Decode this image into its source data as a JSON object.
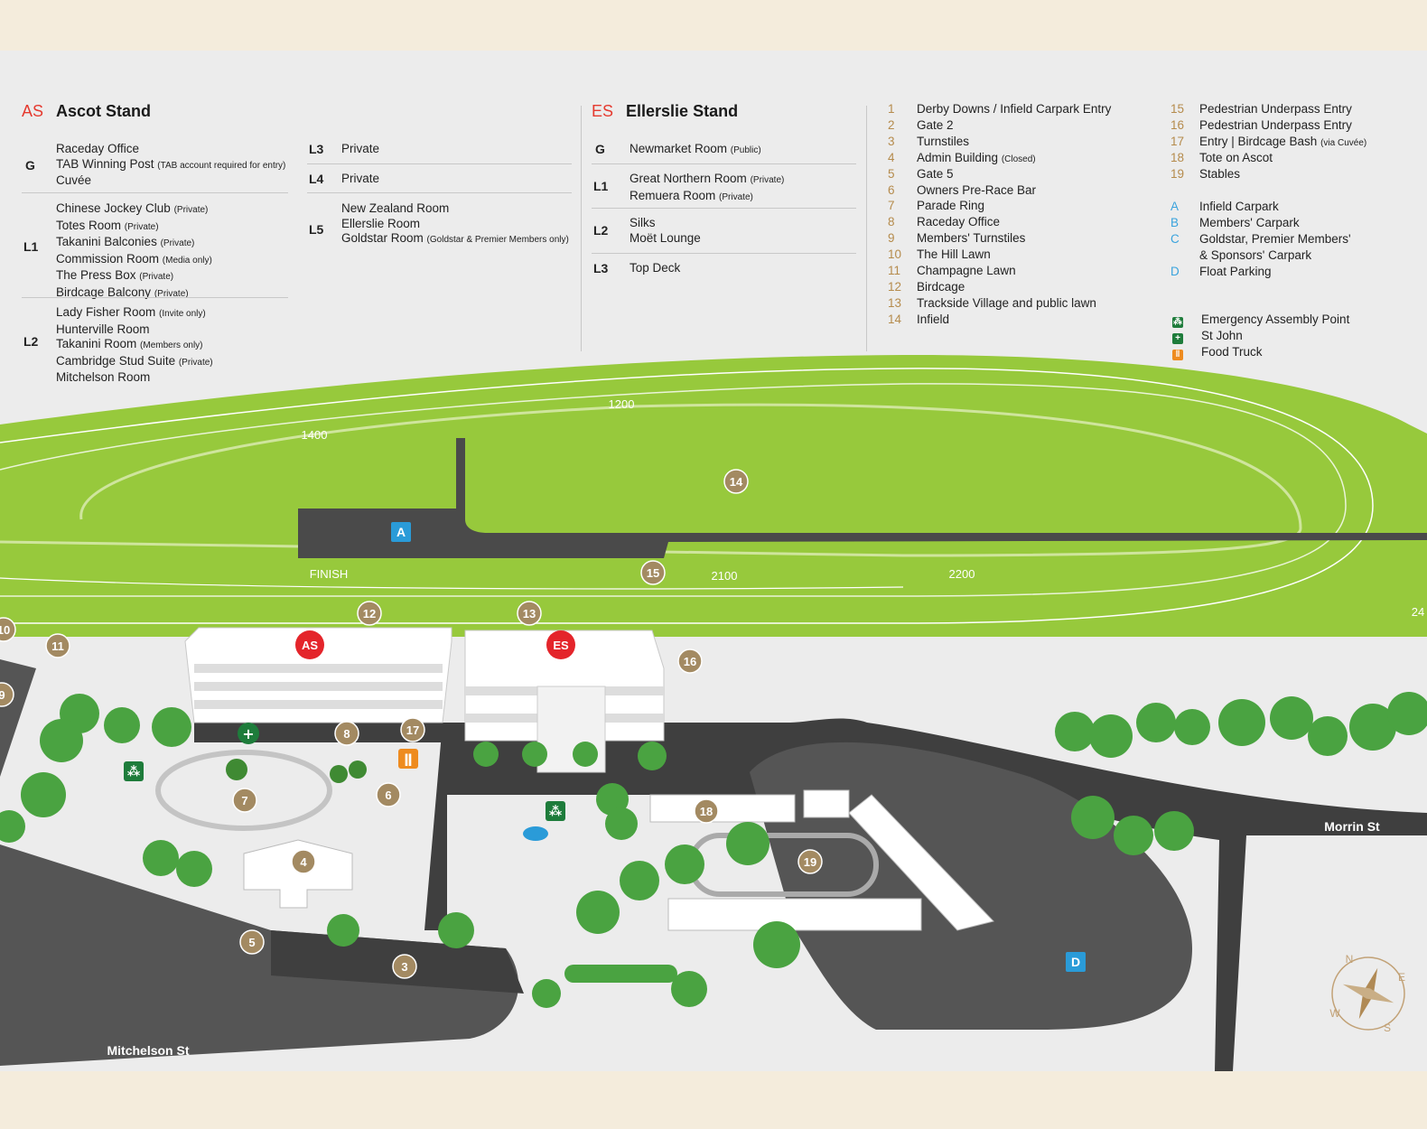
{
  "colors": {
    "grass": "#97c93c",
    "road": "#3f3f3f",
    "ground": "#ececec",
    "marker": "#a38a62",
    "red": "#e4252b",
    "blue": "#2a9bd8",
    "green": "#1e7c3b",
    "orange": "#ee8b1f",
    "tree": "#4aa341"
  },
  "ascot": {
    "abbr": "AS",
    "title": "Ascot Stand",
    "g": {
      "level": "G",
      "lines": [
        "Raceday Office",
        {
          "text": "TAB Winning Post ",
          "note": "(TAB account required for entry)"
        },
        "Cuvée"
      ]
    },
    "l1": {
      "level": "L1",
      "lines": [
        {
          "text": "Chinese Jockey Club ",
          "note": "(Private)"
        },
        {
          "text": "Totes Room ",
          "note": "(Private)"
        },
        {
          "text": "Takanini Balconies ",
          "note": "(Private)"
        },
        {
          "text": "Commission Room ",
          "note": "(Media only)"
        },
        {
          "text": "The Press Box ",
          "note": "(Private)"
        },
        {
          "text": "Birdcage Balcony ",
          "note": "(Private)"
        }
      ]
    },
    "l2": {
      "level": "L2",
      "lines": [
        {
          "text": "Lady Fisher Room ",
          "note": "(Invite only)"
        },
        "Hunterville Room",
        {
          "text": "Takanini Room ",
          "note": "(Members only)"
        },
        {
          "text": "Cambridge Stud Suite ",
          "note": "(Private)"
        },
        "Mitchelson Room"
      ]
    },
    "l3": {
      "level": "L3",
      "lines": [
        "Private"
      ]
    },
    "l4": {
      "level": "L4",
      "lines": [
        "Private"
      ]
    },
    "l5": {
      "level": "L5",
      "lines": [
        "New Zealand Room",
        "Ellerslie Room",
        {
          "text": "Goldstar Room ",
          "note": "(Goldstar & Premier Members only)"
        }
      ]
    }
  },
  "ellerslie": {
    "abbr": "ES",
    "title": "Ellerslie Stand",
    "g": {
      "level": "G",
      "lines": [
        {
          "text": "Newmarket Room ",
          "note": "(Public)"
        }
      ]
    },
    "l1": {
      "level": "L1",
      "lines": [
        {
          "text": "Great Northern Room ",
          "note": "(Private)"
        },
        {
          "text": "Remuera Room ",
          "note": "(Private)"
        }
      ]
    },
    "l2": {
      "level": "L2",
      "lines": [
        "Silks",
        "Moët Lounge"
      ]
    },
    "l3": {
      "level": "L3",
      "lines": [
        "Top Deck"
      ]
    }
  },
  "key_numbers": [
    {
      "n": "1",
      "label": "Derby Downs / Infield Carpark Entry"
    },
    {
      "n": "2",
      "label": "Gate 2"
    },
    {
      "n": "3",
      "label": "Turnstiles"
    },
    {
      "n": "4",
      "label": "Admin Building ",
      "note": "(Closed)"
    },
    {
      "n": "5",
      "label": "Gate 5"
    },
    {
      "n": "6",
      "label": "Owners Pre-Race Bar"
    },
    {
      "n": "7",
      "label": "Parade Ring"
    },
    {
      "n": "8",
      "label": "Raceday Office"
    },
    {
      "n": "9",
      "label": "Members' Turnstiles"
    },
    {
      "n": "10",
      "label": "The Hill Lawn"
    },
    {
      "n": "11",
      "label": "Champagne Lawn"
    },
    {
      "n": "12",
      "label": "Birdcage"
    },
    {
      "n": "13",
      "label": "Trackside Village and public lawn"
    },
    {
      "n": "14",
      "label": "Infield"
    },
    {
      "n": "15",
      "label": "Pedestrian Underpass Entry"
    },
    {
      "n": "16",
      "label": "Pedestrian Underpass Entry"
    },
    {
      "n": "17",
      "label": "Entry | Birdcage Bash ",
      "note": "(via Cuvée)"
    },
    {
      "n": "18",
      "label": "Tote on Ascot"
    },
    {
      "n": "19",
      "label": "Stables"
    }
  ],
  "key_letters": [
    {
      "l": "A",
      "label": "Infield Carpark"
    },
    {
      "l": "B",
      "label": "Members' Carpark"
    },
    {
      "l": "C",
      "label": "Goldstar, Premier Members'",
      "label2": "& Sponsors' Carpark"
    },
    {
      "l": "D",
      "label": "Float Parking"
    }
  ],
  "legend": [
    {
      "icon": "emergency-assembly-icon",
      "label": "Emergency Assembly Point"
    },
    {
      "icon": "st-john-icon",
      "label": "St John"
    },
    {
      "icon": "food-truck-icon",
      "label": "Food Truck"
    }
  ],
  "map": {
    "distances": [
      "1200",
      "1400",
      "2100",
      "2200",
      "24"
    ],
    "finish": "FINISH",
    "streets": [
      "Mitchelson St",
      "Morrin St"
    ],
    "compass": [
      "N",
      "E",
      "S",
      "W"
    ],
    "markers": [
      "14",
      "15",
      "12",
      "13",
      "11",
      "16",
      "8",
      "17",
      "7",
      "6",
      "4",
      "5",
      "3",
      "18",
      "19",
      "9",
      "10"
    ],
    "letter_markers": [
      "A",
      "D"
    ],
    "stand_markers": [
      "AS",
      "ES"
    ]
  }
}
